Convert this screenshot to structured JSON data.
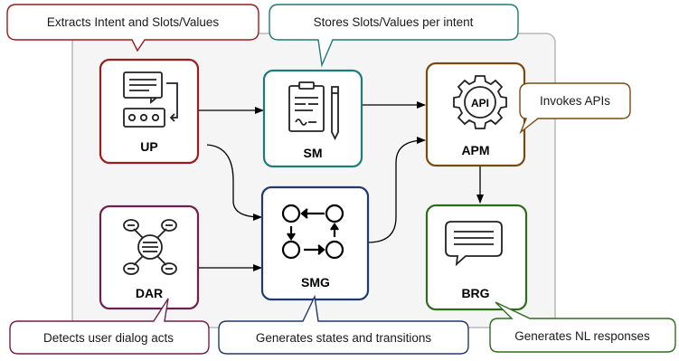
{
  "nodes": {
    "up": {
      "label": "UP",
      "color": "#9b1c1c"
    },
    "sm": {
      "label": "SM",
      "color": "#1f7a7a"
    },
    "apm": {
      "label": "APM",
      "color": "#7a4a12"
    },
    "smg": {
      "label": "SMG",
      "color": "#1f3a6e"
    },
    "dar": {
      "label": "DAR",
      "color": "#6e1f4e"
    },
    "brg": {
      "label": "BRG",
      "color": "#2e6b1f"
    }
  },
  "api_icon_text": "API",
  "callouts": {
    "up": {
      "text": "Extracts Intent and Slots/Values",
      "color": "#9b1c1c"
    },
    "sm": {
      "text": "Stores Slots/Values per intent",
      "color": "#1f7a7a"
    },
    "apm": {
      "text": "Invokes APIs",
      "color": "#7a4a12"
    },
    "dar": {
      "text": "Detects user dialog acts",
      "color": "#6e1f4e"
    },
    "smg": {
      "text": "Generates states and transitions",
      "color": "#1f3a6e"
    },
    "brg": {
      "text": "Generates NL responses",
      "color": "#2e6b1f"
    }
  },
  "container": {
    "fill": "#f5f5f5",
    "stroke": "#b8b8b8"
  },
  "arrow_color": "#000000"
}
